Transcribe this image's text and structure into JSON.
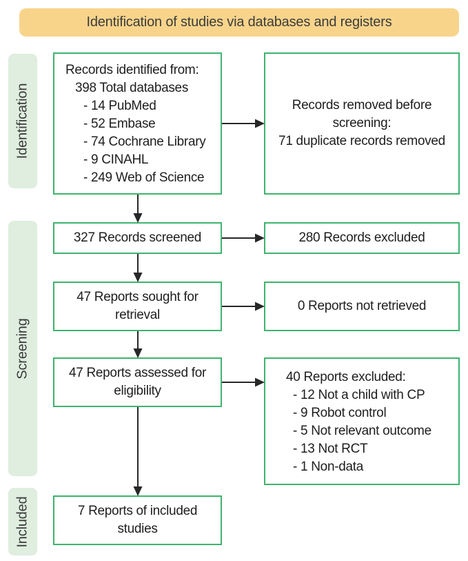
{
  "banner": {
    "title": "Identification of studies via databases and registers"
  },
  "stages": [
    {
      "label": "Identification"
    },
    {
      "label": "Screening"
    },
    {
      "label": "Included"
    }
  ],
  "boxes": {
    "identified": {
      "title": "Records identified from:",
      "subtitle": "398 Total databases",
      "items": [
        "- 14 PubMed",
        "- 52 Embase",
        "- 74 Cochrane Library",
        "- 9 CINAHL",
        "- 249 Web of Science"
      ]
    },
    "removed": {
      "lines": [
        "Records removed before",
        "screening:",
        "71 duplicate records removed"
      ]
    },
    "screened": {
      "text": "327 Records screened"
    },
    "records_excluded": {
      "text": "280 Records excluded"
    },
    "sought": {
      "lines": [
        "47 Reports sought for",
        "retrieval"
      ]
    },
    "not_retrieved": {
      "text": "0 Reports not retrieved"
    },
    "assessed": {
      "lines": [
        "47 Reports assessed for",
        "eligibility"
      ]
    },
    "reports_excluded": {
      "title": "40 Reports excluded:",
      "items": [
        "- 12 Not a child with CP",
        "- 9 Robot control",
        "- 5 Not relevant outcome",
        "- 13 Not RCT",
        "- 1 Non-data"
      ]
    },
    "included": {
      "lines": [
        "7 Reports of included",
        "studies"
      ]
    }
  },
  "colors": {
    "banner_bg": "#F8D48B",
    "banner_text": "#3C3C3C",
    "stage_bg": "#DFEEDF",
    "box_border": "#3DB46C",
    "arrow": "#272727",
    "text": "#1E1E1E"
  }
}
